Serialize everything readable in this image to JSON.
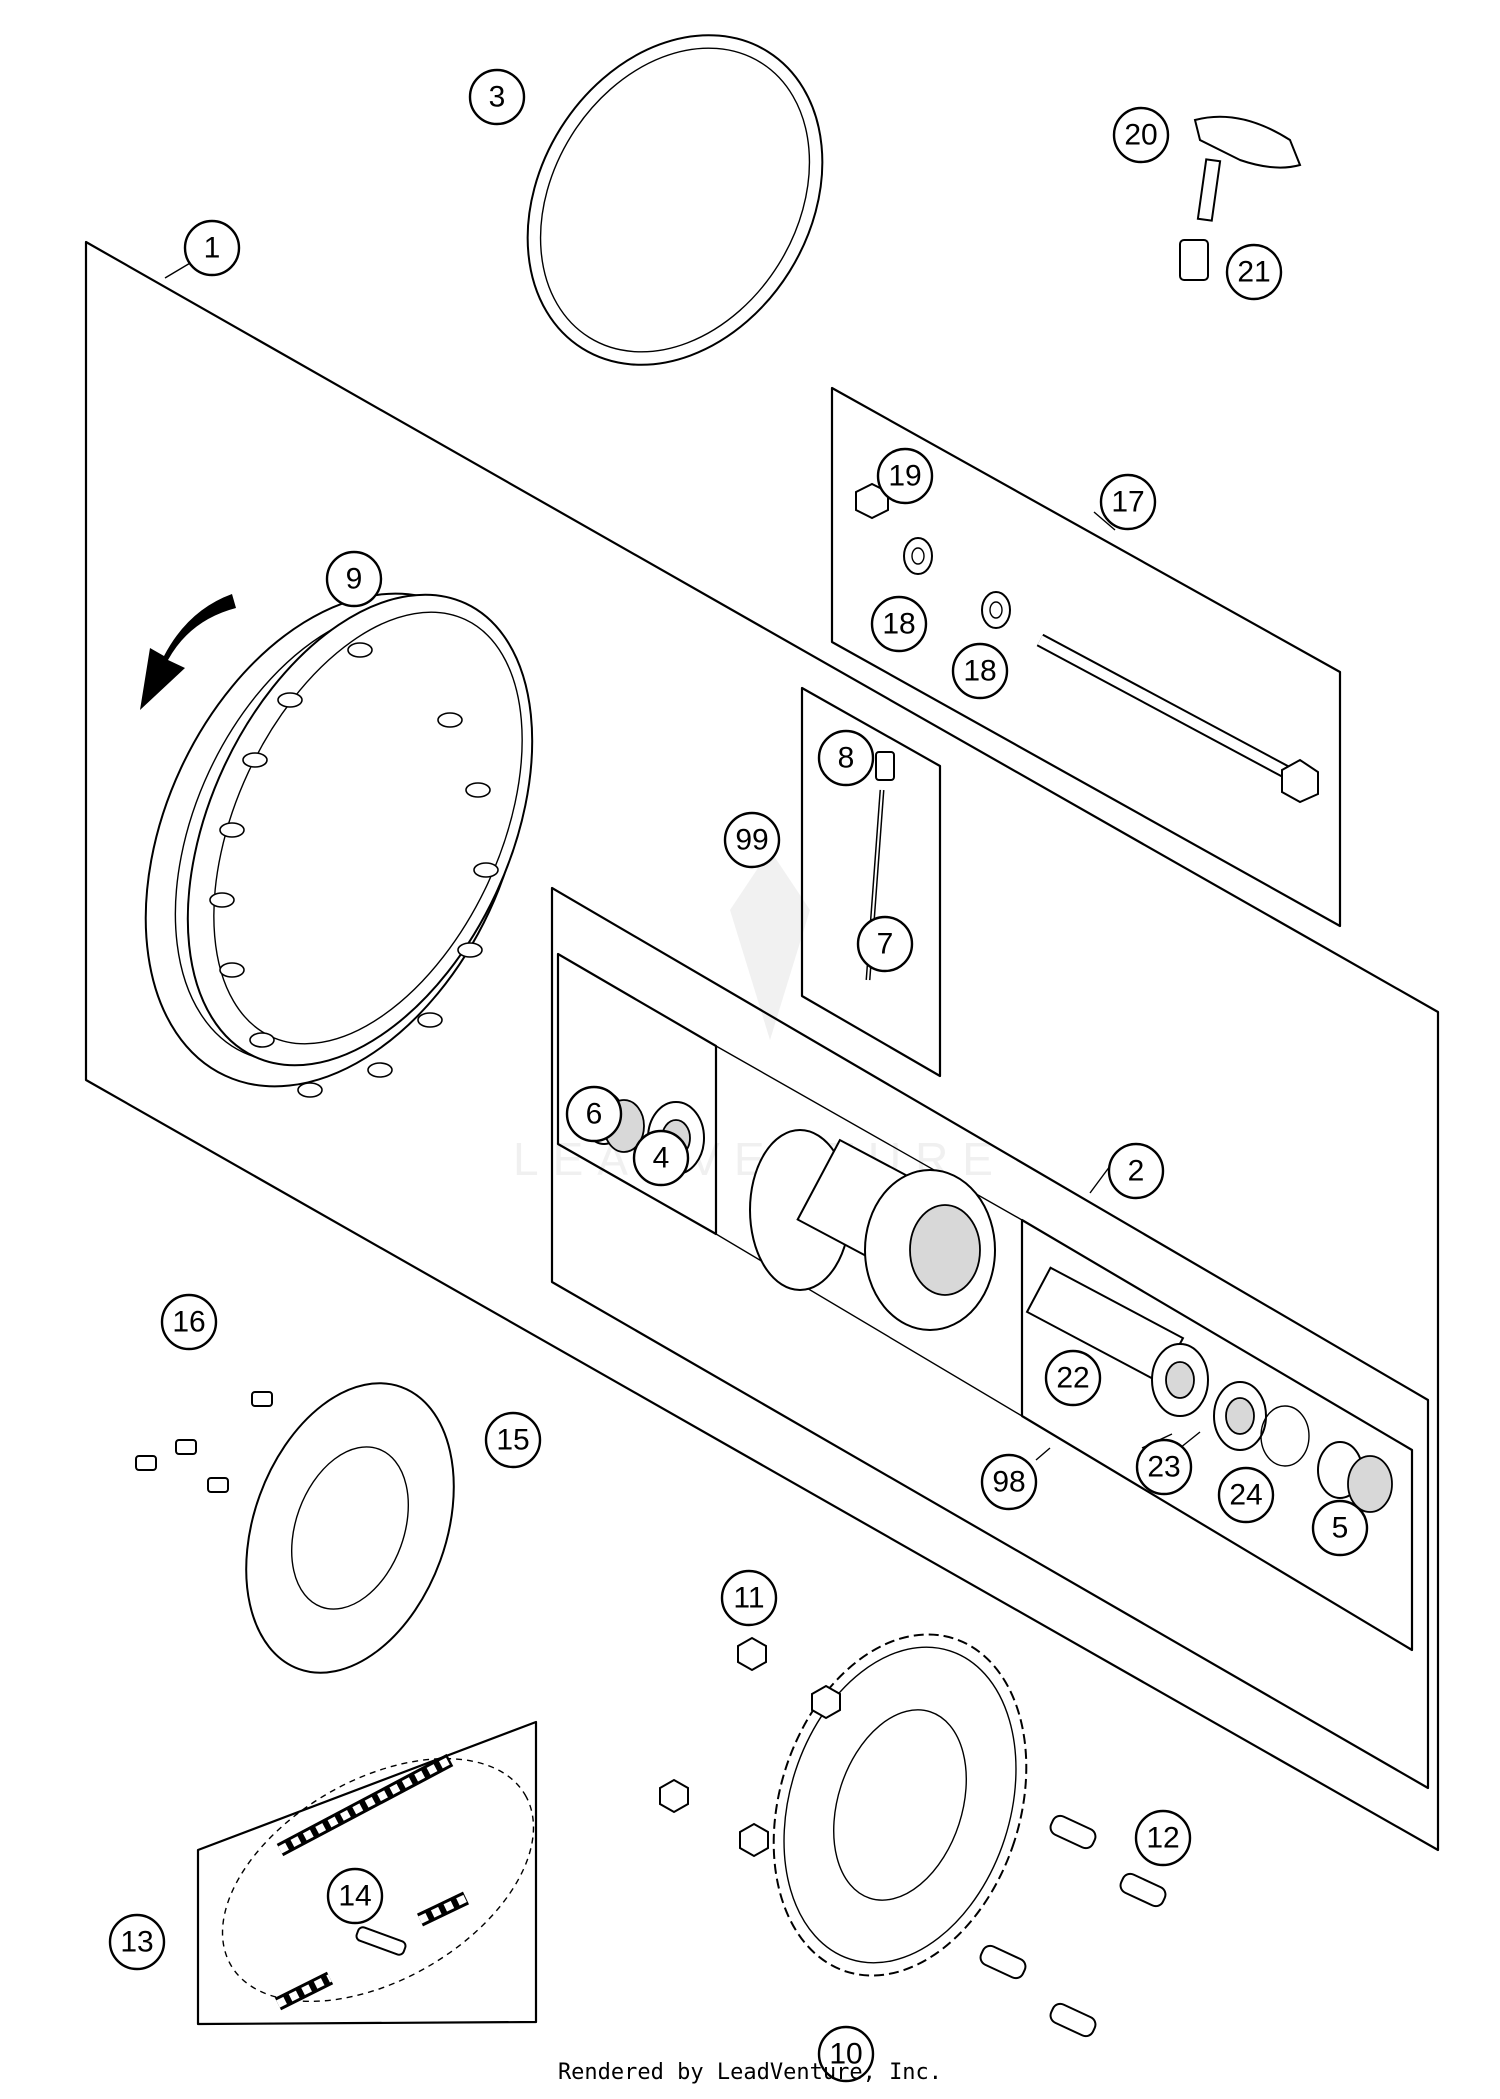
{
  "footer": {
    "credit": "Rendered by LeadVenture, Inc."
  },
  "watermark": {
    "text": "LEADVENTURE"
  },
  "callouts": [
    "1",
    "2",
    "3",
    "4",
    "5",
    "6",
    "7",
    "8",
    "9",
    "10",
    "11",
    "12",
    "13",
    "14",
    "15",
    "16",
    "17",
    "18",
    "18",
    "19",
    "20",
    "21",
    "22",
    "23",
    "24",
    "98",
    "99"
  ]
}
